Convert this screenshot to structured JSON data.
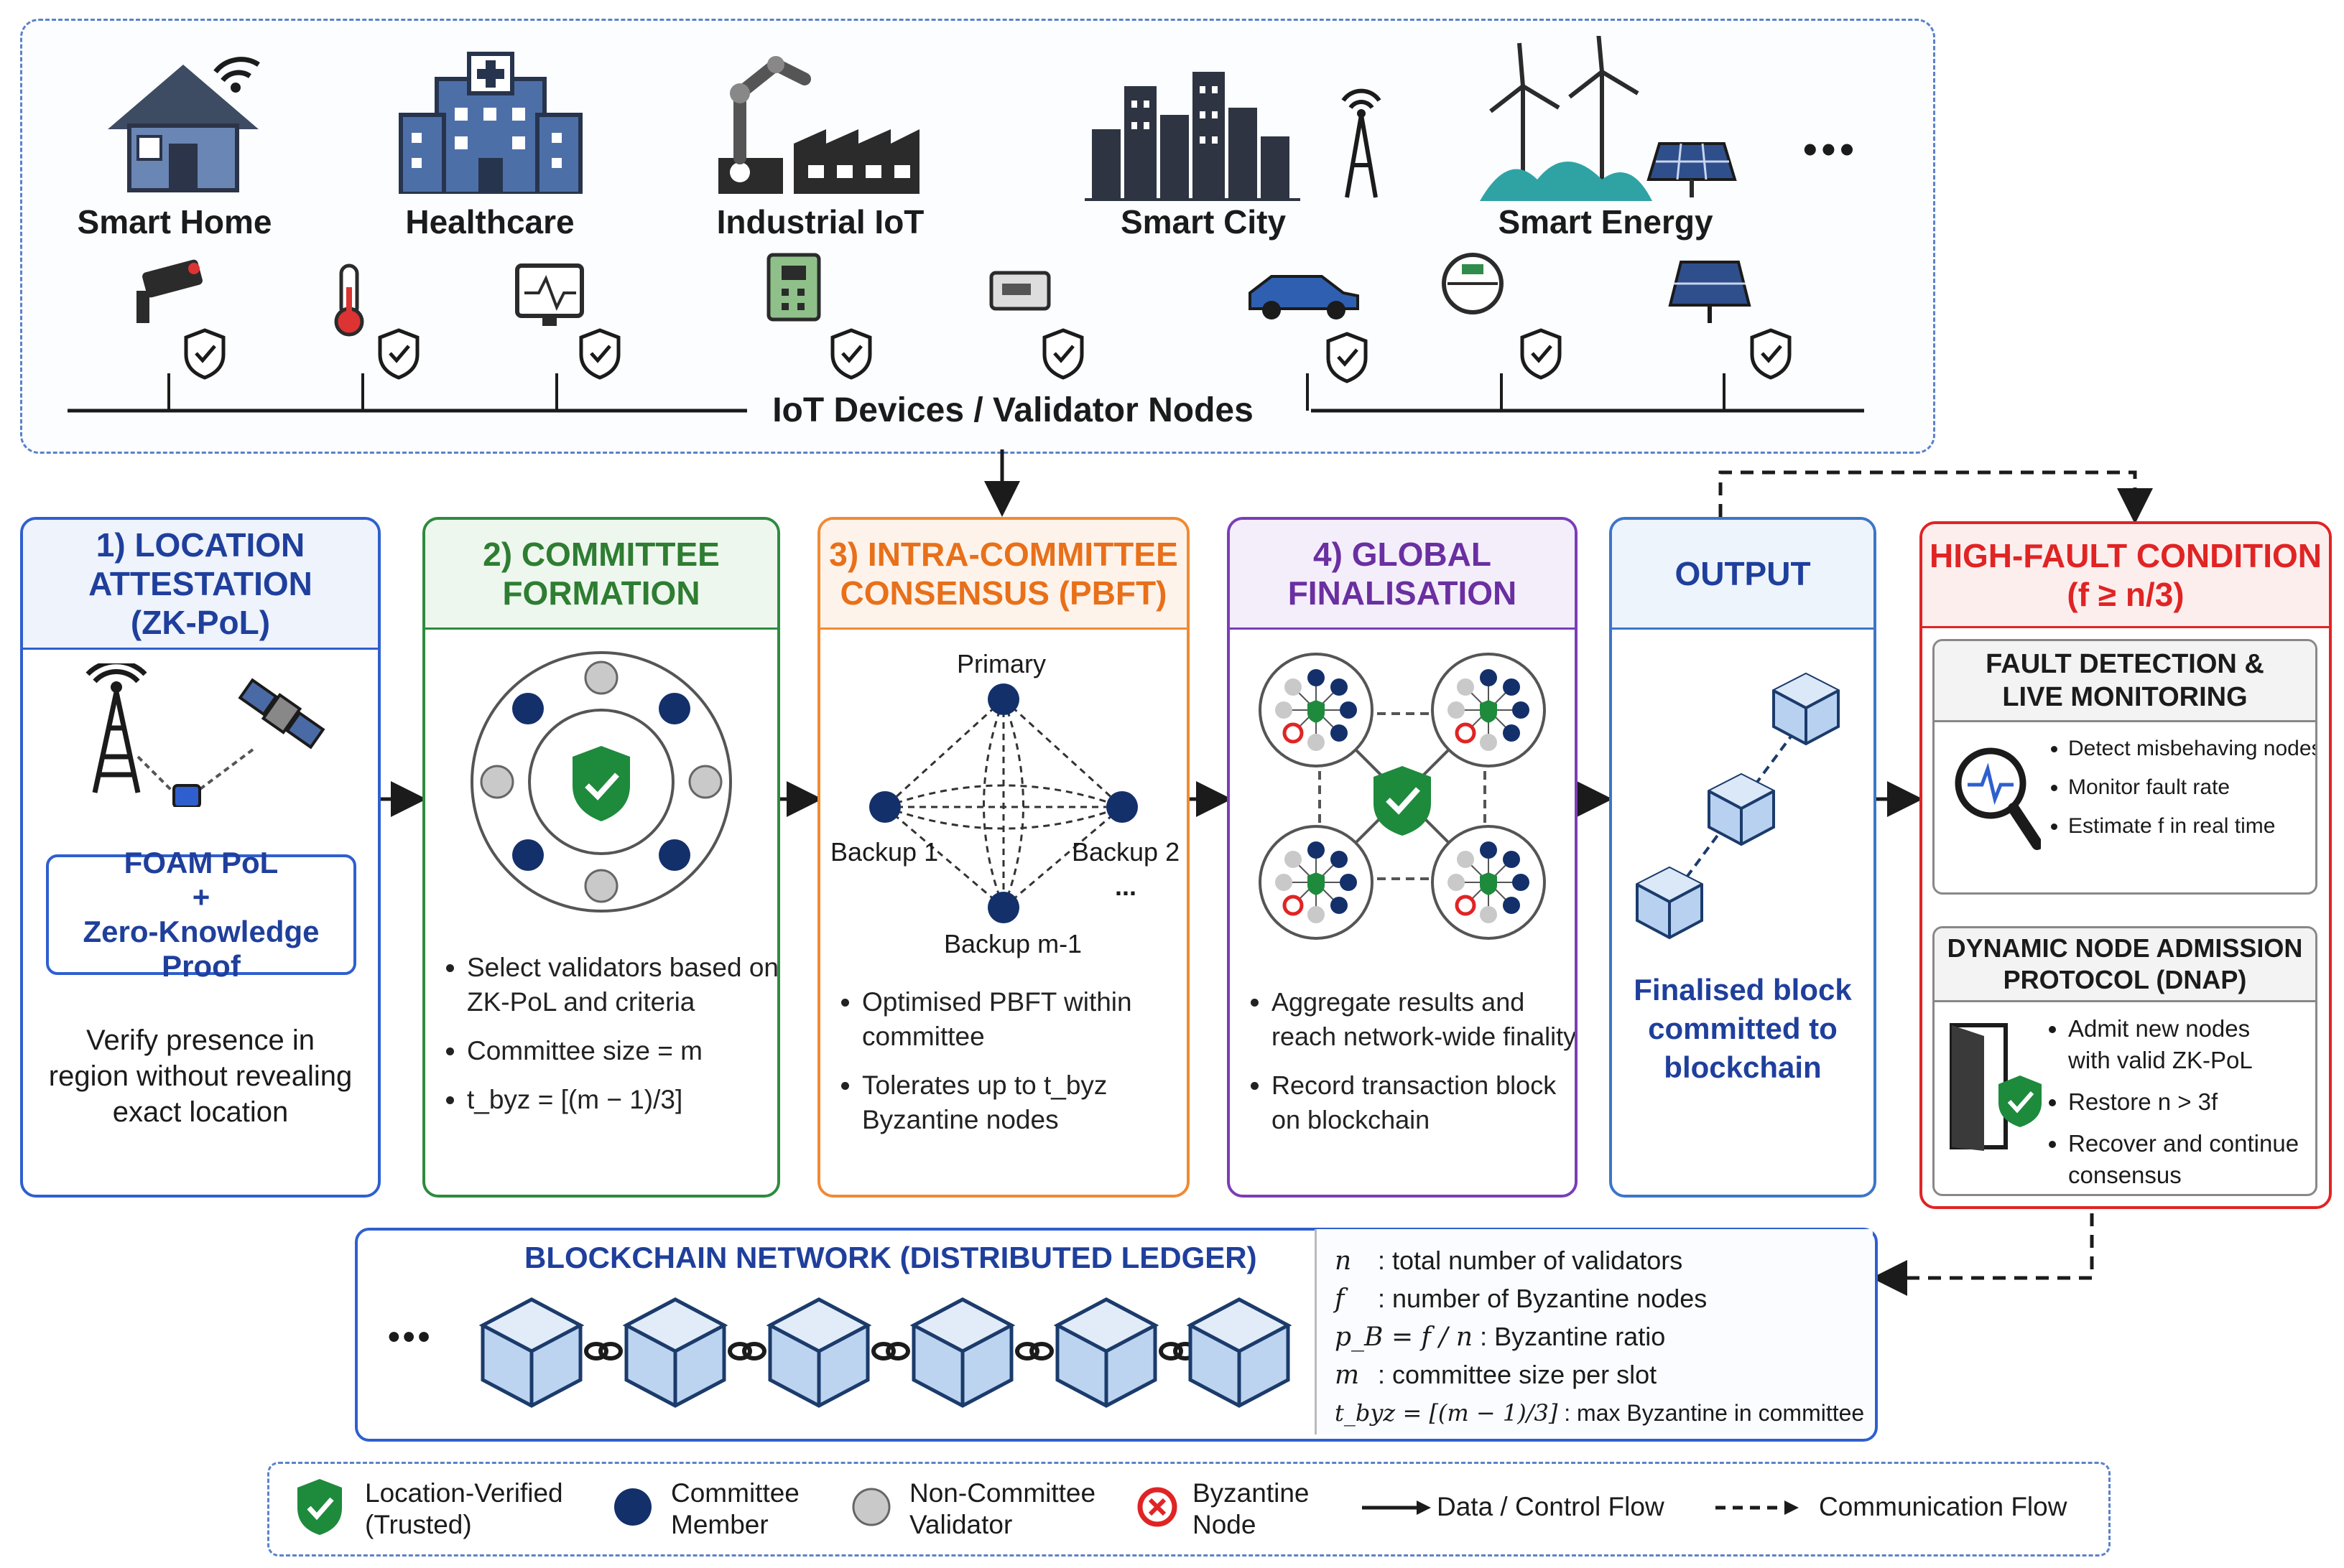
{
  "top_panel": {
    "categories": [
      "Smart Home",
      "Healthcare",
      "Industrial IoT",
      "Smart City",
      "Smart Energy"
    ],
    "more": "•••",
    "bus_label": "IoT Devices / Validator Nodes"
  },
  "stage1": {
    "title": "1) LOCATION ATTESTATION (ZK-PoL)",
    "title_l1": "1) LOCATION",
    "title_l2": "ATTESTATION",
    "title_l3": "(ZK-PoL)",
    "foam_l1": "FOAM PoL",
    "foam_l2": "+",
    "foam_l3": "Zero-Knowledge Proof",
    "desc_l1": "Verify presence in",
    "desc_l2": "region without revealing",
    "desc_l3": "exact location"
  },
  "stage2": {
    "title_l1": "2) COMMITTEE",
    "title_l2": "FORMATION",
    "b1_l1": "Select validators based on",
    "b1_l2": "ZK-PoL and criteria",
    "b2": "Committee size = m",
    "b3": "t_byz = [(m − 1)/3]"
  },
  "stage3": {
    "title_l1": "3) INTRA-COMMITTEE",
    "title_l2": "CONSENSUS (PBFT)",
    "primary": "Primary",
    "backup1": "Backup 1",
    "backup2": "Backup 2",
    "backupm": "Backup m-1",
    "ellipsis": "...",
    "b1_l1": "Optimised PBFT within",
    "b1_l2": "committee",
    "b2_l1": "Tolerates up to t_byz",
    "b2_l2": "Byzantine nodes"
  },
  "stage4": {
    "title_l1": "4) GLOBAL",
    "title_l2": "FINALISATION",
    "b1_l1": "Aggregate results and",
    "b1_l2": "reach network-wide finality",
    "b2_l1": "Record transaction block",
    "b2_l2": "on blockchain"
  },
  "output": {
    "title": "OUTPUT",
    "text_l1": "Finalised block",
    "text_l2": "committed to",
    "text_l3": "blockchain"
  },
  "highfault": {
    "title_l1": "HIGH-FAULT CONDITION",
    "title_l2": "(f ≥ n/3)",
    "fd_title_l1": "FAULT DETECTION &",
    "fd_title_l2": "LIVE MONITORING",
    "fd_items": [
      "Detect misbehaving nodes",
      "Monitor fault rate",
      "Estimate f in real time"
    ],
    "dnap_title_l1": "DYNAMIC NODE ADMISSION",
    "dnap_title_l2": "PROTOCOL (DNAP)",
    "dnap_b1_l1": "Admit new nodes",
    "dnap_b1_l2": "with valid ZK-PoL",
    "dnap_b2": "Restore n > 3f",
    "dnap_b3_l1": "Recover and continue",
    "dnap_b3_l2": "consensus"
  },
  "blockchain": {
    "title": "BLOCKCHAIN NETWORK (DISTRIBUTED LEDGER)",
    "ellipsis": "•••"
  },
  "notation": [
    {
      "sym": "n",
      "desc": ": total number of validators"
    },
    {
      "sym": "f",
      "desc": ": number of Byzantine nodes"
    },
    {
      "sym": "p_B = f / n",
      "desc": ": Byzantine ratio"
    },
    {
      "sym": "m",
      "desc": ": committee size per slot"
    },
    {
      "sym": "t_byz = [(m − 1)/3]",
      "desc": ": max Byzantine in committee"
    }
  ],
  "legend": {
    "verified_l1": "Location-Verified",
    "verified_l2": "(Trusted)",
    "member_l1": "Committee",
    "member_l2": "Member",
    "noncomm_l1": "Non-Committee",
    "noncomm_l2": "Validator",
    "byz_l1": "Byzantine",
    "byz_l2": "Node",
    "data_flow": "Data / Control Flow",
    "comm_flow": "Communication Flow"
  },
  "colors": {
    "blue": "#1f3f9c",
    "green": "#2e7d32",
    "orange": "#e8701a",
    "purple": "#6a2fa0",
    "red": "#e02424",
    "navy": "#14306b",
    "trust_green": "#1e8a3c"
  }
}
